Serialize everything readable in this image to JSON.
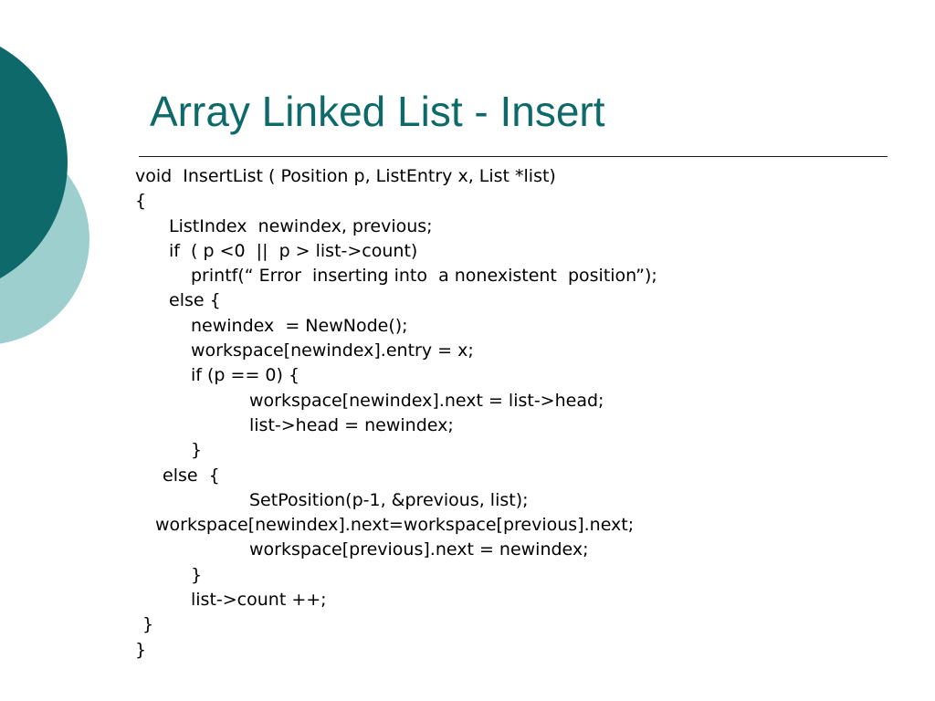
{
  "slide": {
    "title": "Array Linked List - Insert",
    "code_lines": [
      {
        "indent": 0,
        "text": "void  InsertList ( Position p, ListEntry x, List *list)"
      },
      {
        "indent": 0,
        "text": "{"
      },
      {
        "indent": 37,
        "text": "ListIndex  newindex, previous;"
      },
      {
        "indent": 37,
        "text": "if  ( p <0  ||  p > list->count)"
      },
      {
        "indent": 61,
        "text": "printf(“ Error  inserting into  a nonexistent  position”);"
      },
      {
        "indent": 37,
        "text": "else {"
      },
      {
        "indent": 61,
        "text": "newindex  = NewNode();"
      },
      {
        "indent": 61,
        "text": "workspace[newindex].entry = x;"
      },
      {
        "indent": 61,
        "text": "if (p == 0) {"
      },
      {
        "indent": 125,
        "text": "workspace[newindex].next = list->head;"
      },
      {
        "indent": 125,
        "text": "list->head = newindex;"
      },
      {
        "indent": 61,
        "text": "}"
      },
      {
        "indent": 30,
        "text": "else  {"
      },
      {
        "indent": 125,
        "text": "SetPosition(p-1, &previous, list);"
      },
      {
        "indent": 22,
        "text": "workspace[newindex].next=workspace[previous].next;"
      },
      {
        "indent": 125,
        "text": "workspace[previous].next = newindex;"
      },
      {
        "indent": 61,
        "text": "}"
      },
      {
        "indent": 61,
        "text": "list->count ++;"
      },
      {
        "indent": 8,
        "text": "}"
      },
      {
        "indent": 0,
        "text": "}"
      }
    ]
  },
  "colors": {
    "accent_dark": "#0e6a6a",
    "accent_light": "#9ecfcf",
    "title": "#0e6a6a",
    "text": "#000000"
  }
}
